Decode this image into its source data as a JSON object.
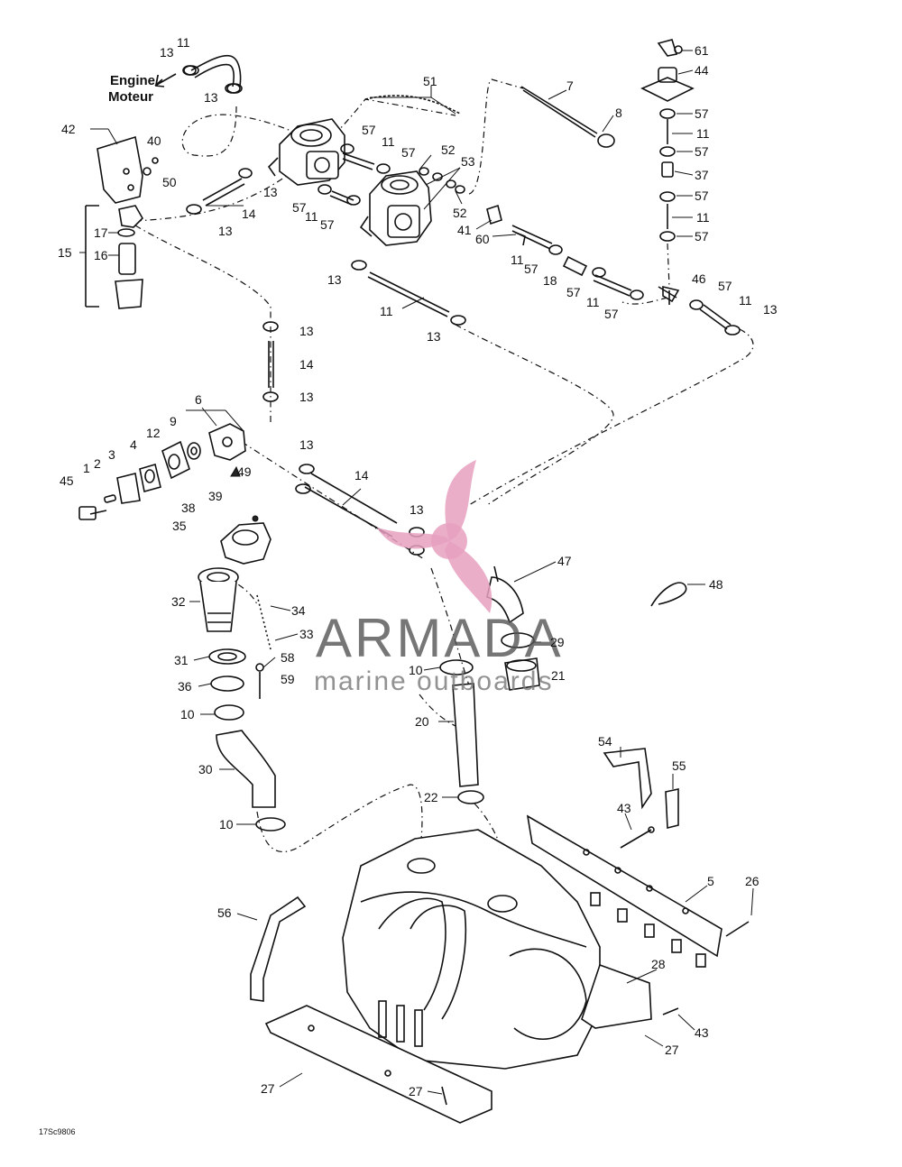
{
  "labels": {
    "engine": "Engine/",
    "moteur": "Moteur",
    "drawing_code": "17Sc9806"
  },
  "watermark": {
    "brand": "ARMADA",
    "tagline": "marine outboards",
    "logo_color": "#e8a0c0"
  },
  "callouts": [
    {
      "id": "c-11-a",
      "text": "11"
    },
    {
      "id": "c-13-a",
      "text": "13"
    },
    {
      "id": "c-13-b",
      "text": "13"
    },
    {
      "id": "c-51",
      "text": "51"
    },
    {
      "id": "c-7",
      "text": "7"
    },
    {
      "id": "c-8",
      "text": "8"
    },
    {
      "id": "c-61",
      "text": "61"
    },
    {
      "id": "c-44",
      "text": "44"
    },
    {
      "id": "c-57-a",
      "text": "57"
    },
    {
      "id": "c-11-b",
      "text": "11"
    },
    {
      "id": "c-57-b",
      "text": "57"
    },
    {
      "id": "c-37",
      "text": "37"
    },
    {
      "id": "c-57-c",
      "text": "57"
    },
    {
      "id": "c-11-c",
      "text": "11"
    },
    {
      "id": "c-57-d",
      "text": "57"
    },
    {
      "id": "c-42",
      "text": "42"
    },
    {
      "id": "c-40",
      "text": "40"
    },
    {
      "id": "c-50",
      "text": "50"
    },
    {
      "id": "c-57-e",
      "text": "57"
    },
    {
      "id": "c-11-d",
      "text": "11"
    },
    {
      "id": "c-57-f",
      "text": "57"
    },
    {
      "id": "c-52-a",
      "text": "52"
    },
    {
      "id": "c-53",
      "text": "53"
    },
    {
      "id": "c-52-b",
      "text": "52"
    },
    {
      "id": "c-13-c",
      "text": "13"
    },
    {
      "id": "c-57-g",
      "text": "57"
    },
    {
      "id": "c-11-e",
      "text": "11"
    },
    {
      "id": "c-57-h",
      "text": "57"
    },
    {
      "id": "c-14-a",
      "text": "14"
    },
    {
      "id": "c-13-d",
      "text": "13"
    },
    {
      "id": "c-41",
      "text": "41"
    },
    {
      "id": "c-60",
      "text": "60"
    },
    {
      "id": "c-15",
      "text": "15"
    },
    {
      "id": "c-17",
      "text": "17"
    },
    {
      "id": "c-16",
      "text": "16"
    },
    {
      "id": "c-11-f",
      "text": "11"
    },
    {
      "id": "c-57-i",
      "text": "57"
    },
    {
      "id": "c-18",
      "text": "18"
    },
    {
      "id": "c-57-j",
      "text": "57"
    },
    {
      "id": "c-11-g",
      "text": "11"
    },
    {
      "id": "c-57-k",
      "text": "57"
    },
    {
      "id": "c-46",
      "text": "46"
    },
    {
      "id": "c-57-l",
      "text": "57"
    },
    {
      "id": "c-11-h",
      "text": "11"
    },
    {
      "id": "c-13-e",
      "text": "13"
    },
    {
      "id": "c-13-f",
      "text": "13"
    },
    {
      "id": "c-11-i",
      "text": "11"
    },
    {
      "id": "c-13-g",
      "text": "13"
    },
    {
      "id": "c-13-h",
      "text": "13"
    },
    {
      "id": "c-14-b",
      "text": "14"
    },
    {
      "id": "c-13-i",
      "text": "13"
    },
    {
      "id": "c-6",
      "text": "6"
    },
    {
      "id": "c-12",
      "text": "12"
    },
    {
      "id": "c-9",
      "text": "9"
    },
    {
      "id": "c-4",
      "text": "4"
    },
    {
      "id": "c-3",
      "text": "3"
    },
    {
      "id": "c-2",
      "text": "2"
    },
    {
      "id": "c-1",
      "text": "1"
    },
    {
      "id": "c-45",
      "text": "45"
    },
    {
      "id": "c-49",
      "text": "49"
    },
    {
      "id": "c-13-j",
      "text": "13"
    },
    {
      "id": "c-14-c",
      "text": "14"
    },
    {
      "id": "c-13-k",
      "text": "13"
    },
    {
      "id": "c-38",
      "text": "38"
    },
    {
      "id": "c-39",
      "text": "39"
    },
    {
      "id": "c-35",
      "text": "35"
    },
    {
      "id": "c-47",
      "text": "47"
    },
    {
      "id": "c-48",
      "text": "48"
    },
    {
      "id": "c-32",
      "text": "32"
    },
    {
      "id": "c-34",
      "text": "34"
    },
    {
      "id": "c-33",
      "text": "33"
    },
    {
      "id": "c-29",
      "text": "29"
    },
    {
      "id": "c-31",
      "text": "31"
    },
    {
      "id": "c-58",
      "text": "58"
    },
    {
      "id": "c-59",
      "text": "59"
    },
    {
      "id": "c-10-a",
      "text": "10"
    },
    {
      "id": "c-21",
      "text": "21"
    },
    {
      "id": "c-36",
      "text": "36"
    },
    {
      "id": "c-10-b",
      "text": "10"
    },
    {
      "id": "c-20",
      "text": "20"
    },
    {
      "id": "c-54",
      "text": "54"
    },
    {
      "id": "c-55",
      "text": "55"
    },
    {
      "id": "c-30",
      "text": "30"
    },
    {
      "id": "c-22",
      "text": "22"
    },
    {
      "id": "c-43-a",
      "text": "43"
    },
    {
      "id": "c-10-c",
      "text": "10"
    },
    {
      "id": "c-5",
      "text": "5"
    },
    {
      "id": "c-26",
      "text": "26"
    },
    {
      "id": "c-56",
      "text": "56"
    },
    {
      "id": "c-28",
      "text": "28"
    },
    {
      "id": "c-43-b",
      "text": "43"
    },
    {
      "id": "c-27-a",
      "text": "27"
    },
    {
      "id": "c-27-b",
      "text": "27"
    },
    {
      "id": "c-27-c",
      "text": "27"
    }
  ]
}
